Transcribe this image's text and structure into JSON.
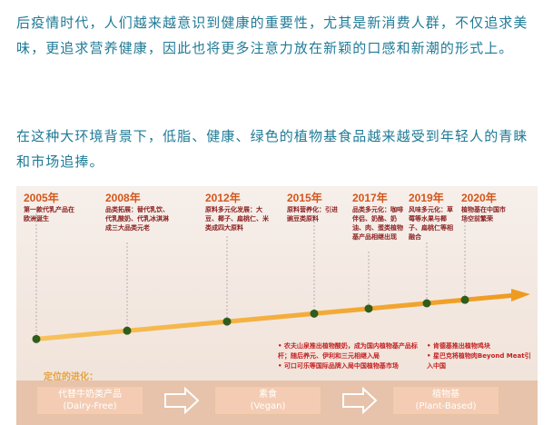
{
  "paragraphs": [
    "后疫情时代，人们越来越意识到健康的重要性，尤其是新消费人群，不仅追求美味，更追求营养健康，因此也将更多注意力放在新颖的口感和新潮的形式上。",
    "在这种大环境背景下，低脂、健康、绿色的植物基食品越来越受到年轻人的青睐和市场追捧。"
  ],
  "timeline": {
    "milestones": [
      {
        "year": "2005年",
        "desc": "第一款代乳产品在欧洲诞生"
      },
      {
        "year": "2008年",
        "desc": "品类拓展：替代乳饮、代乳酸奶、代乳冰淇淋成三大品类元老"
      },
      {
        "year": "2012年",
        "desc": "原料多元化发展：大豆、椰子、扁桃仁、米类成四大原料"
      },
      {
        "year": "2015年",
        "desc": "原料营养化：引进豌豆类原料"
      },
      {
        "year": "2017年",
        "desc": "品类多元化：咖啡伴侣、奶酪、奶油、肉、蛋类植物基产品相继出现"
      },
      {
        "year": "2019年",
        "desc": "风味多元化：草莓等水果与椰子、扁桃仁等相融合"
      },
      {
        "year": "2020年",
        "desc": "植物基在中国市场空前繁荣"
      }
    ],
    "news_left": [
      "农夫山泉推出植物酸奶，成为国内植物基产品标杆；随后养元、伊利和三元相继入局",
      "可口可乐等国际品牌入局中国植物基市场"
    ],
    "news_right": [
      "肯德基推出植物鸡块",
      "星巴克将植物肉Beyond Meat引入中国"
    ],
    "positioning_title": "定位的进化：",
    "stages": [
      {
        "cn": "代替牛奶类产品",
        "en": "(Dairy-Free)"
      },
      {
        "cn": "素食",
        "en": "(Vegan)"
      },
      {
        "cn": "植物基",
        "en": "(Plant-Based)"
      }
    ]
  },
  "colors": {
    "paragraph": "#1f7a96",
    "year": "#d4561a",
    "arrow": "#f0aa2c",
    "dot": "#2f5d1c",
    "news": "#c41f1f"
  }
}
